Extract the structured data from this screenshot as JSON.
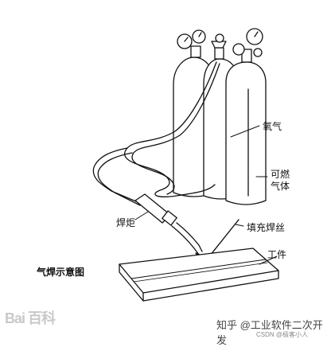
{
  "labels": {
    "oxygen": "氧气",
    "fuel_gas_line1": "可燃",
    "fuel_gas_line2": "气体",
    "torch": "焊炬",
    "filler_wire": "填充焊丝",
    "workpiece": "工件"
  },
  "caption": "气焊示意图",
  "watermarks": {
    "zhihu": "知乎 @工业软件二次开发",
    "csdn": "CSDN @极客小人",
    "logo": "Bai 百科"
  }
}
